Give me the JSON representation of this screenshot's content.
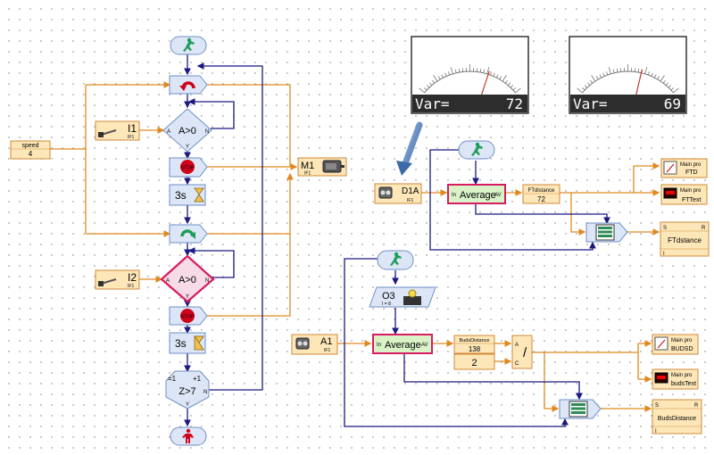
{
  "colors": {
    "wire_orange": "#e08a1e",
    "wire_navy": "#1a1a80",
    "block_fill": "#fde7b8",
    "block_border": "#d08a3a",
    "diamond_fill": "#dde6f6",
    "diamond_border": "#6f8fc8",
    "highlight": "#d81b60",
    "avg_fill": "#d9f2c8",
    "stop_red": "#d0021b",
    "go_green": "#1e9e5a"
  },
  "gauges": [
    {
      "label": "Var=",
      "value": "72",
      "needle_fraction": 0.68
    },
    {
      "label": "Var=",
      "value": "69",
      "needle_fraction": 0.63
    }
  ],
  "speed": {
    "label": "speed",
    "value": "4"
  },
  "inputs": {
    "i1": {
      "label": "I1",
      "sub": "IF1"
    },
    "i2": {
      "label": "I2",
      "sub": "IF1"
    },
    "d1a": {
      "label": "D1A",
      "sub": "IF1"
    },
    "a1": {
      "label": "A1",
      "sub": "IF1"
    }
  },
  "motor": {
    "label": "M1",
    "sub": "IF1"
  },
  "flow_left": {
    "cond1": {
      "text": "A>0",
      "y": "Y",
      "n": "N",
      "a": "A"
    },
    "stop1": "STOP",
    "wait1": "3s",
    "cond2": {
      "text": "A>0",
      "y": "Y",
      "n": "N",
      "a": "A"
    },
    "stop2": "STOP",
    "wait2": "3s",
    "counter": {
      "init": "=1",
      "inc": "+1",
      "cond": "Z>7",
      "y": "Y",
      "n": "N"
    }
  },
  "top_right": {
    "average": {
      "label": "Average",
      "in": "In",
      "av": "AV"
    },
    "var": {
      "label": "FTdistance",
      "value": "72"
    },
    "out1": {
      "title": "Main pro",
      "label": "FTD"
    },
    "out2": {
      "title": "Main pro",
      "label": "FTText"
    },
    "list": {
      "label": "FTdstance",
      "s": "S",
      "r": "R",
      "i": "I"
    }
  },
  "bottom_right": {
    "o3": {
      "label": "O3",
      "sub": "I = 8"
    },
    "average": {
      "label": "Average",
      "in": "In",
      "av": "AV"
    },
    "var": {
      "label": "BudsDistance",
      "value": "138"
    },
    "constant": "2",
    "divide": {
      "op": "/",
      "a": "A",
      "c": "C"
    },
    "out1": {
      "title": "Main pro",
      "label": "BUDSD"
    },
    "out2": {
      "title": "Main pro",
      "label": "budsText"
    },
    "list": {
      "label": "BudsDistance",
      "s": "S",
      "r": "R",
      "i": "I"
    }
  }
}
